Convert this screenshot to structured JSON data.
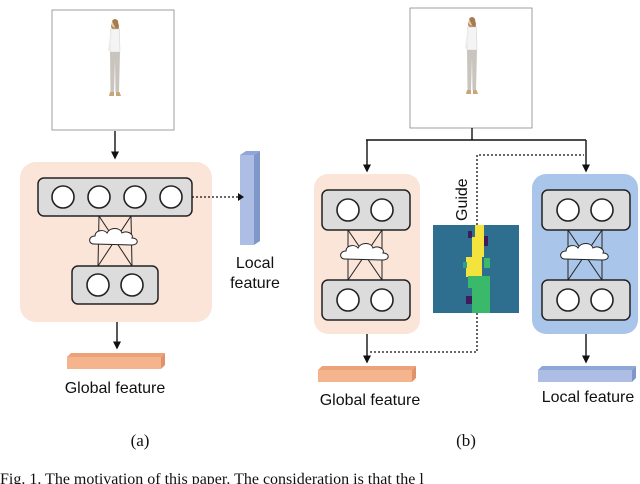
{
  "panel_a": {
    "local_label_line1": "Local",
    "local_label_line2": "feature",
    "global_label": "Global feature",
    "caption": "(a)"
  },
  "panel_b": {
    "guide_label": "Guide",
    "global_label": "Global feature",
    "local_label": "Local feature",
    "caption": "(b)"
  },
  "footer_text": "Fig. 1.   The motivation of this paper. The consideration is that the l",
  "colors": {
    "global_backbone": "#fbe4d8",
    "local_backbone": "#a9c6ea",
    "global_feature_bar": "#f4b48e",
    "local_feature_bar": "#aebde3",
    "guide_map_background": "#2e6e8f",
    "guide_map_yellow": "#f4e33c",
    "guide_map_green": "#3bb96b",
    "guide_map_purple": "#3f1a5e",
    "cloud": "#ffffff"
  },
  "icons": [
    "person-photo-icon",
    "cloud-icon",
    "guide-map-image"
  ]
}
